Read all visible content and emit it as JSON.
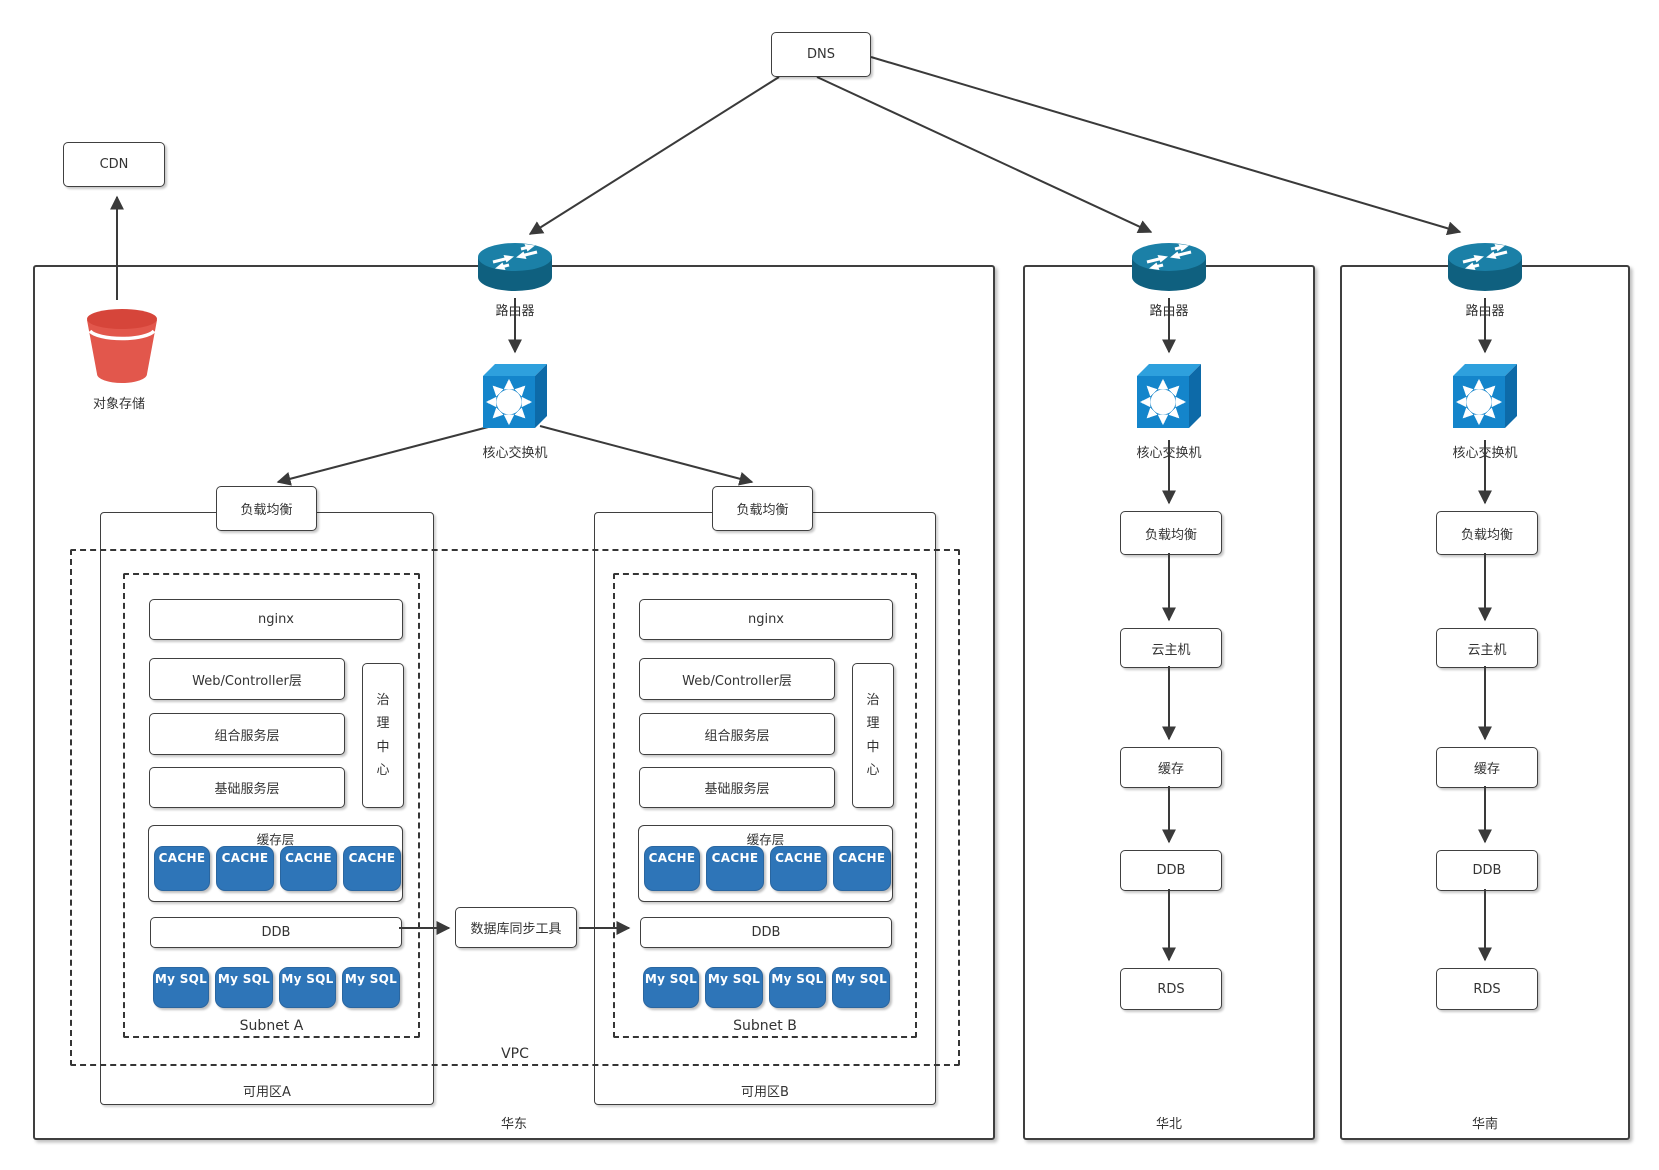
{
  "labels": {
    "dns": "DNS",
    "cdn": "CDN",
    "object_storage": "对象存储",
    "router": "路由器",
    "core_switch": "核心交换机",
    "load_balancer": "负载均衡",
    "sync_tool": "数据库同步工具",
    "vpc": "VPC"
  },
  "east": {
    "name": "华东",
    "zone_a": {
      "name": "可用区A",
      "subnet": "Subnet A"
    },
    "zone_b": {
      "name": "可用区B",
      "subnet": "Subnet B"
    },
    "stack": {
      "nginx": "nginx",
      "web_controller": "Web/Controller层",
      "composite_service": "组合服务层",
      "base_service": "基础服务层",
      "governance_center": "治理中心",
      "cache_layer": "缓存层",
      "cache_node": "CACHE",
      "ddb": "DDB",
      "mysql_node": "My SQL"
    }
  },
  "north": {
    "name": "华北",
    "stack": [
      "负载均衡",
      "云主机",
      "缓存",
      "DDB",
      "RDS"
    ]
  },
  "south": {
    "name": "华南",
    "stack": [
      "负载均衡",
      "云主机",
      "缓存",
      "DDB",
      "RDS"
    ]
  },
  "colors": {
    "router_teal_top": "#1b80a7",
    "router_teal_body": "#0f607f",
    "switch_blue_front": "#1485cb",
    "switch_blue_top": "#2ea0dd",
    "switch_blue_side": "#0d6aa8",
    "node_blue": "#2e75b8",
    "bucket_red": "#e2574c",
    "line_gray": "#3a3a3a"
  }
}
